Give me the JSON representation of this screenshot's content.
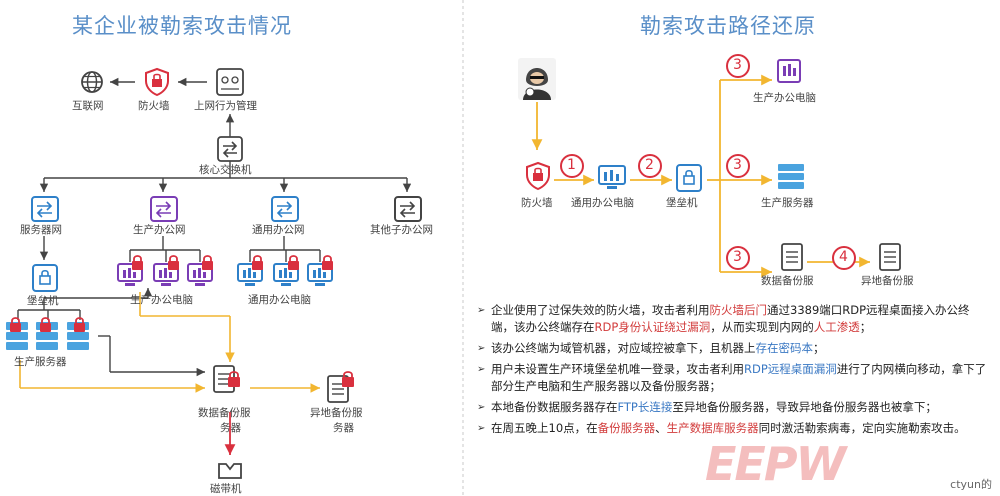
{
  "left_title": "某企业被勒索攻击情况",
  "right_title": "勒索攻击路径还原",
  "left_nodes": {
    "internet": "互联网",
    "firewall": "防火墙",
    "behavior_mgmt": "上网行为管理",
    "core_switch": "核心交换机",
    "server_net": "服务器网",
    "prod_office_net": "生产办公网",
    "general_office_net": "通用办公网",
    "other_office_net": "其他子办公网",
    "bastion": "堡垒机",
    "prod_servers": "生产服务器",
    "prod_pcs": "生产办公电脑",
    "general_pcs": "通用办公电脑",
    "backup_server_1": "数据备份服",
    "backup_server_2": "务器",
    "remote_backup_1": "异地备份服",
    "remote_backup_2": "务器",
    "tape": "磁带机"
  },
  "right_nodes": {
    "firewall": "防火墙",
    "general_pc": "通用办公电脑",
    "bastion": "堡垒机",
    "prod_pc": "生产办公电脑",
    "prod_server": "生产服务器",
    "backup_server": "数据备份服",
    "remote_backup": "异地备份服",
    "steps": [
      "1",
      "2",
      "3",
      "3",
      "3",
      "4"
    ]
  },
  "bullets": [
    {
      "parts": [
        {
          "t": "企业使用了过保失效的防火墙，攻击者利用",
          "c": ""
        },
        {
          "t": "防火墙后门",
          "c": "hl"
        },
        {
          "t": "通过3389端口RDP远程桌面接入办公终端，该办公终端存在",
          "c": ""
        },
        {
          "t": "RDP身份认证绕过漏洞",
          "c": "hl"
        },
        {
          "t": "，从而实现到内网的",
          "c": ""
        },
        {
          "t": "人工渗透",
          "c": "hl"
        },
        {
          "t": "；",
          "c": ""
        }
      ]
    },
    {
      "parts": [
        {
          "t": "该办公终端为域管机器，对应域控被拿下，且机器上",
          "c": ""
        },
        {
          "t": "存在密码本",
          "c": "hb"
        },
        {
          "t": "；",
          "c": ""
        }
      ]
    },
    {
      "parts": [
        {
          "t": "用户未设置生产环境堡垒机唯一登录，攻击者利用",
          "c": ""
        },
        {
          "t": "RDP远程桌面漏洞",
          "c": "hb"
        },
        {
          "t": "进行了内网横向移动，拿下了部分生产电脑和生产服务器以及备份服务器；",
          "c": ""
        }
      ]
    },
    {
      "parts": [
        {
          "t": "本地备份数据服务器存在",
          "c": ""
        },
        {
          "t": "FTP长连接",
          "c": "hb"
        },
        {
          "t": "至异地备份服务器，导致异地备份服务器也被拿下；",
          "c": ""
        }
      ]
    },
    {
      "parts": [
        {
          "t": "在周五晚上10点，在",
          "c": ""
        },
        {
          "t": "备份服务器",
          "c": "hl"
        },
        {
          "t": "、",
          "c": ""
        },
        {
          "t": "生产数据库服务器",
          "c": "hl"
        },
        {
          "t": "同时激活勒索病毒，定向实施勒索攻击。",
          "c": ""
        }
      ]
    }
  ],
  "logo_text": "EEPW",
  "watermark": "ctyun的",
  "colors": {
    "title": "#5a8fc8",
    "arrow": "#f2b630",
    "red": "#d9303e",
    "line": "#555555",
    "blue_icon": "#2e80c9",
    "purple_icon": "#7a3db5"
  }
}
